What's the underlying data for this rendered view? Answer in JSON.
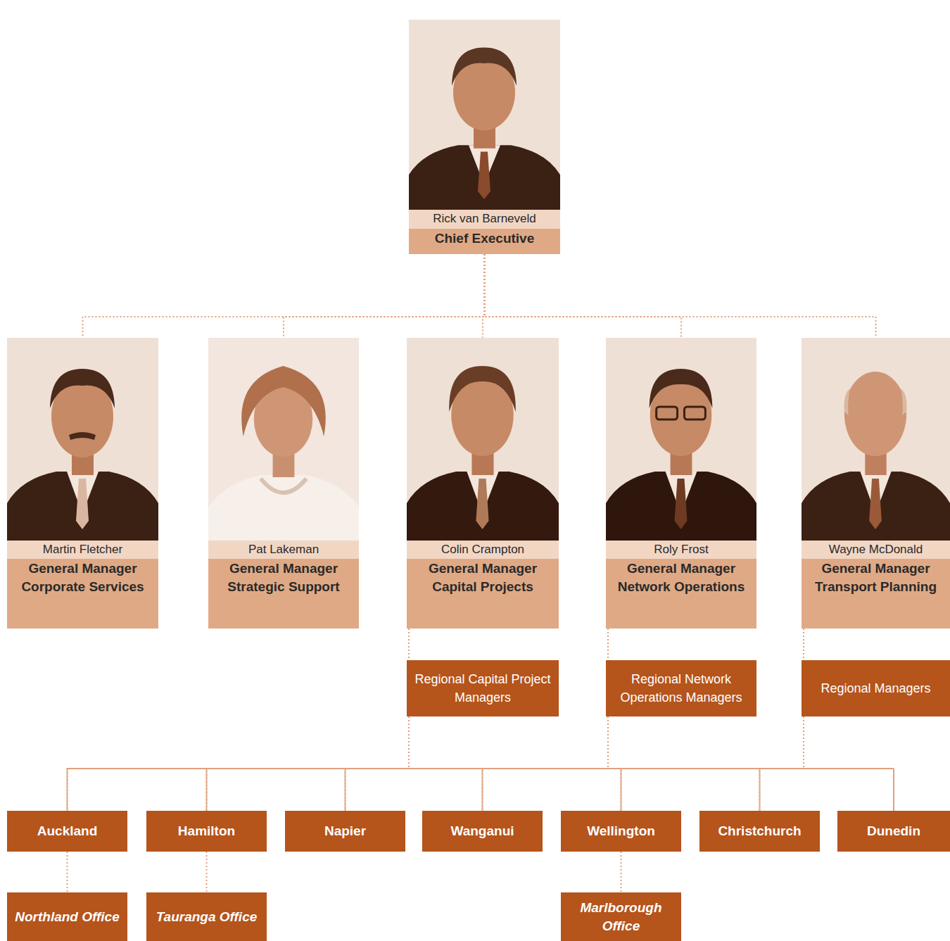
{
  "diagram": {
    "nodes": [
      {
        "text": [
          "Rick van Barneveld",
          "Chief Executive"
        ]
      },
      {
        "text": [
          "Martin Fletcher",
          "General Manager Corporate Services"
        ]
      },
      {
        "text": [
          "Pat Lakeman",
          "General Manager Strategic Support"
        ]
      },
      {
        "text": [
          "Colin Crampton",
          "General Manager Capital Projects"
        ]
      },
      {
        "text": [
          "Roly Frost",
          "General Manager Network Operations"
        ]
      },
      {
        "text": [
          "Wayne McDonald",
          "General Manager Transport Planning"
        ]
      },
      {
        "text": [
          "Regional Capital Project Managers"
        ]
      },
      {
        "text": [
          "Regional Network Operations Managers"
        ]
      },
      {
        "text": [
          "Regional Managers"
        ]
      },
      {
        "text": [
          "Auckland"
        ]
      },
      {
        "text": [
          "Hamilton"
        ]
      },
      {
        "text": [
          "Napier"
        ]
      },
      {
        "text": [
          "Wanganui"
        ]
      },
      {
        "text": [
          "Wellington"
        ]
      },
      {
        "text": [
          "Christchurch"
        ]
      },
      {
        "text": [
          "Dunedin"
        ]
      },
      {
        "text": [
          "Northland Office"
        ]
      },
      {
        "text": [
          "Tauranga Office"
        ]
      },
      {
        "text": [
          "Marlborough Office"
        ]
      }
    ],
    "edges": [
      {
        "from": 0,
        "to": 1,
        "arrow": "none"
      },
      {
        "from": 0,
        "to": 2,
        "arrow": "none"
      },
      {
        "from": 0,
        "to": 3,
        "arrow": "none"
      },
      {
        "from": 0,
        "to": 4,
        "arrow": "none"
      },
      {
        "from": 0,
        "to": 5,
        "arrow": "none"
      },
      {
        "from": 3,
        "to": 6,
        "arrow": "none"
      },
      {
        "from": 4,
        "to": 7,
        "arrow": "none"
      },
      {
        "from": 5,
        "to": 8,
        "arrow": "none"
      },
      {
        "from": 6,
        "to": 9,
        "arrow": "none"
      },
      {
        "from": 6,
        "to": 10,
        "arrow": "none"
      },
      {
        "from": 6,
        "to": 11,
        "arrow": "none"
      },
      {
        "from": 6,
        "to": 12,
        "arrow": "none"
      },
      {
        "from": 6,
        "to": 13,
        "arrow": "none"
      },
      {
        "from": 6,
        "to": 14,
        "arrow": "none"
      },
      {
        "from": 6,
        "to": 15,
        "arrow": "none"
      },
      {
        "from": 7,
        "to": 9,
        "arrow": "none"
      },
      {
        "from": 7,
        "to": 10,
        "arrow": "none"
      },
      {
        "from": 7,
        "to": 11,
        "arrow": "none"
      },
      {
        "from": 7,
        "to": 12,
        "arrow": "none"
      },
      {
        "from": 7,
        "to": 13,
        "arrow": "none"
      },
      {
        "from": 7,
        "to": 14,
        "arrow": "none"
      },
      {
        "from": 7,
        "to": 15,
        "arrow": "none"
      },
      {
        "from": 8,
        "to": 9,
        "arrow": "none"
      },
      {
        "from": 8,
        "to": 10,
        "arrow": "none"
      },
      {
        "from": 8,
        "to": 11,
        "arrow": "none"
      },
      {
        "from": 8,
        "to": 12,
        "arrow": "none"
      },
      {
        "from": 8,
        "to": 13,
        "arrow": "none"
      },
      {
        "from": 8,
        "to": 14,
        "arrow": "none"
      },
      {
        "from": 8,
        "to": 15,
        "arrow": "none"
      },
      {
        "from": 9,
        "to": 16,
        "arrow": "none"
      },
      {
        "from": 10,
        "to": 17,
        "arrow": "none"
      },
      {
        "from": 13,
        "to": 18,
        "arrow": "none"
      }
    ]
  }
}
